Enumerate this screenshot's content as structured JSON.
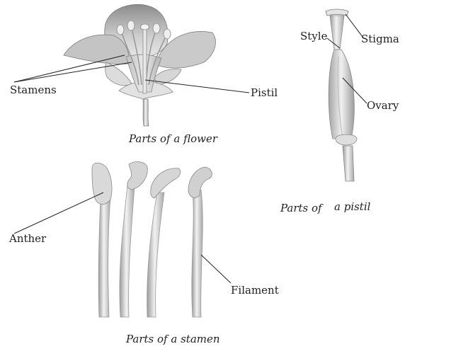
{
  "labels": {
    "stamens": "Stamens",
    "pistil": "Pistil",
    "style": "Style",
    "stigma": "Stigma",
    "ovary": "Ovary",
    "anther": "Anther",
    "filament": "Filament"
  },
  "captions": {
    "flower": "Parts of a flower",
    "pistil_of": "Parts of",
    "pistil_rest": "a pistil",
    "stamen": "Parts of a stamen"
  }
}
